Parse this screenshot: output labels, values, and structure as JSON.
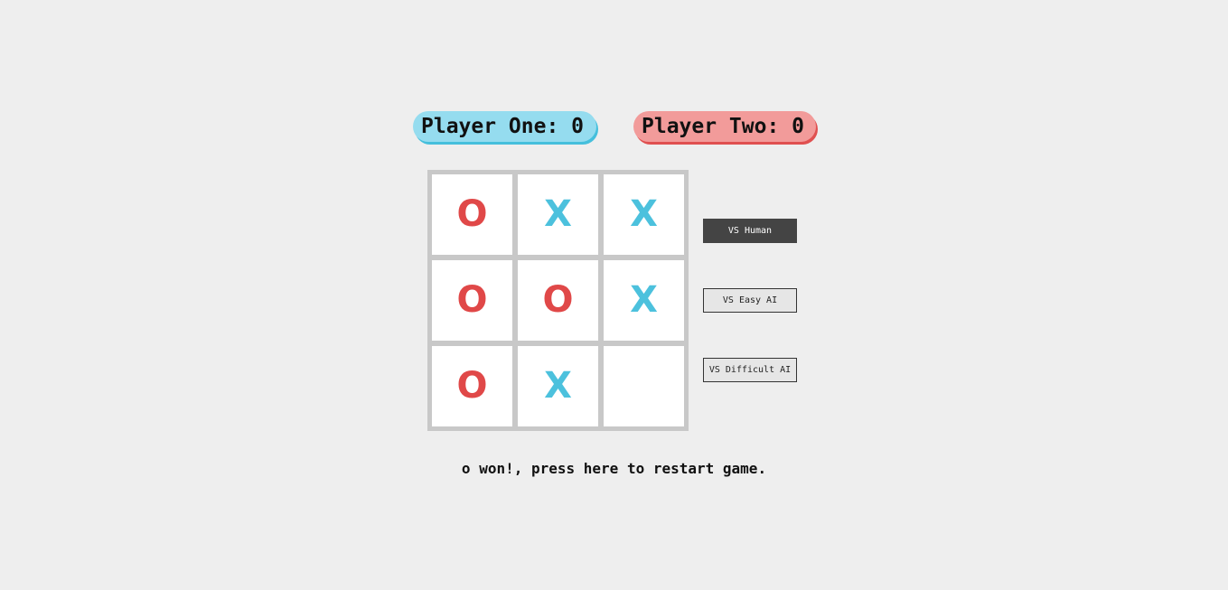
{
  "scoreboard": {
    "player_one": "Player One: 0",
    "player_two": "Player Two: 0"
  },
  "board": {
    "cells": [
      "O",
      "X",
      "X",
      "O",
      "O",
      "X",
      "O",
      "X",
      ""
    ]
  },
  "modes": {
    "vs_human": "VS Human",
    "vs_easy_ai": "VS Easy AI",
    "vs_difficult_ai": "VS Difficult AI",
    "active": "vs_human"
  },
  "status": {
    "message": "o won!, press here to restart game."
  },
  "colors": {
    "background": "#eeeeee",
    "player_one": "#95dcef",
    "player_two": "#f29b9a",
    "mark_x": "#4cc1dd",
    "mark_o": "#e04848"
  }
}
